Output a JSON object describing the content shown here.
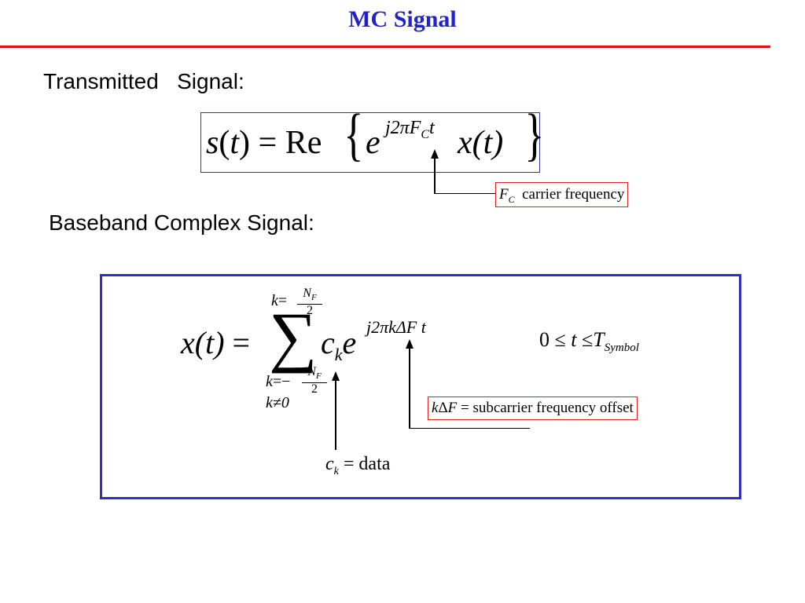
{
  "slide": {
    "title": "MC Signal",
    "transmitted_heading": "Transmitted   Signal:",
    "baseband_heading": "Baseband Complex Signal:"
  },
  "eq1": {
    "s": "s",
    "paren_open": "(",
    "t": "t",
    "paren_close": ")",
    "equals": "=",
    "re": "Re",
    "brace_open": "{",
    "brace_close": "}",
    "e": "e",
    "exp_j2pi": "j2π",
    "exp_F": "F",
    "exp_C": "C",
    "exp_t": "t",
    "x": "x",
    "x_arg": "(t)"
  },
  "label_fc": {
    "F": "F",
    "C": "C",
    "text": "carrier frequency"
  },
  "eq2": {
    "x": "x",
    "x_arg": "(t)",
    "equals": "=",
    "sigma": "∑",
    "upper_k": "k",
    "upper_eq": "=",
    "upper_N": "N",
    "upper_F": "F",
    "upper_den": "2",
    "lower_k": "k",
    "lower_eq": "=−",
    "lower_N": "N",
    "lower_F": "F",
    "lower_den": "2",
    "lower_neq": "k≠0",
    "c": "c",
    "c_sub": "k",
    "e": "e",
    "exp": "j2πkΔF t",
    "range_0": "0",
    "range_le1": "≤",
    "range_t": "t",
    "range_le2": "≤",
    "range_T": "T",
    "range_sub": "Symbol"
  },
  "label_kdf": {
    "k": "k",
    "delta": "Δ",
    "F": "F",
    "rest": "= subcarrier frequency offset"
  },
  "label_ck": {
    "c": "c",
    "sub": "k",
    "rest": "= data"
  },
  "colors": {
    "title": "#2222cc",
    "rule": "#e01010",
    "box_border": "#2f2fc8",
    "label_border": "#e02020"
  }
}
